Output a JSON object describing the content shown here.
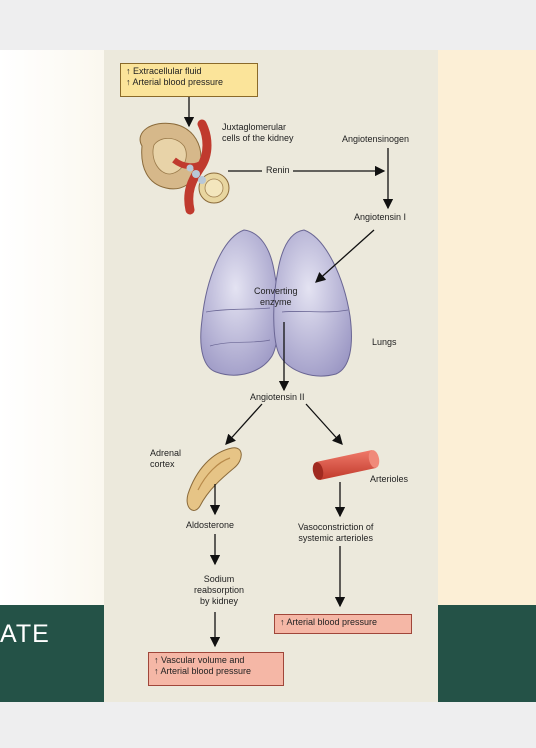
{
  "slide": {
    "band_text": "ATE"
  },
  "figure": {
    "top_box": [
      "↑ Extracellular fluid",
      "↑ Arterial blood pressure"
    ],
    "juxtaglomerular": [
      "Juxtaglomerular",
      "cells of the kidney"
    ],
    "angiotensinogen": "Angiotensinogen",
    "renin": "Renin",
    "angiotensin_1": "Angiotensin I",
    "converting_enzyme": [
      "Converting",
      "enzyme"
    ],
    "lungs": "Lungs",
    "angiotensin_2": "Angiotensin II",
    "adrenal_cortex": [
      "Adrenal",
      "cortex"
    ],
    "arterioles": "Arterioles",
    "aldosterone": "Aldosterone",
    "vasoconstriction": [
      "Vasoconstriction of",
      "systemic arterioles"
    ],
    "sodium": [
      "Sodium",
      "reabsorption",
      "by kidney"
    ],
    "arterial_box": "↑ Arterial blood pressure",
    "bottom_box": [
      "↑ Vascular volume and",
      "↑ Arterial blood pressure"
    ]
  }
}
